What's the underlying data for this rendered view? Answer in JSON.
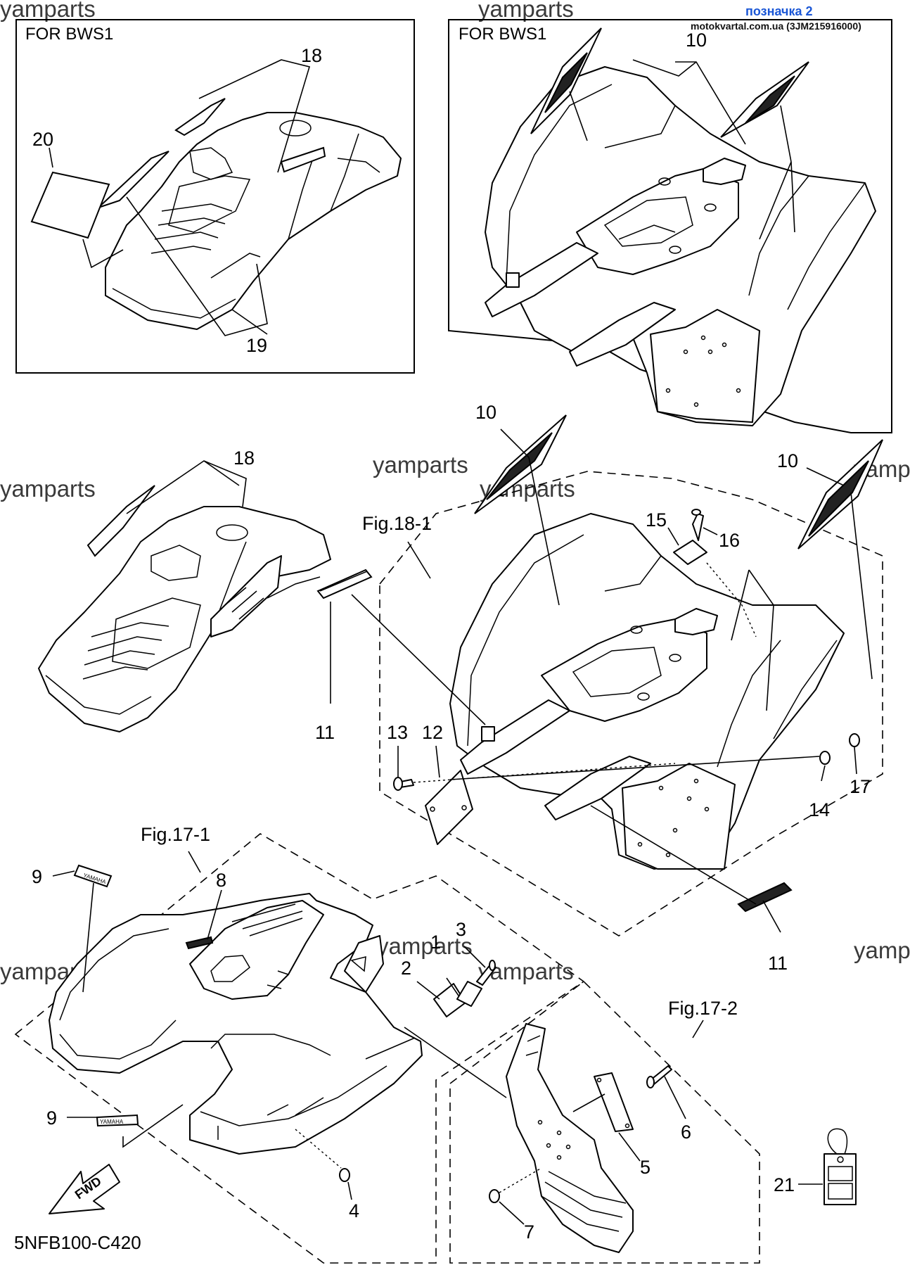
{
  "header": {
    "link_text": "позначка 2",
    "site_text": "motokvartal.com.ua (3JM215916000)"
  },
  "watermark": "yamparts",
  "boxes": {
    "top_left_label": "FOR BWS1",
    "top_right_label": "FOR BWS1"
  },
  "figures": {
    "fig18": "Fig.18-1",
    "fig17_1": "Fig.17-1",
    "fig17_2": "Fig.17-2"
  },
  "callouts": {
    "n1": "1",
    "n2": "2",
    "n3": "3",
    "n4": "4",
    "n5": "5",
    "n6": "6",
    "n7": "7",
    "n8": "8",
    "n9a": "9",
    "n9b": "9",
    "n10a": "10",
    "n10b": "10",
    "n10c": "10",
    "n11a": "11",
    "n11b": "11",
    "n12": "12",
    "n13": "13",
    "n14": "14",
    "n15": "15",
    "n16": "16",
    "n17": "17",
    "n18a": "18",
    "n18b": "18",
    "n19": "19",
    "n20": "20",
    "n21": "21"
  },
  "decals": {
    "yamaha_small": "YAMAHA",
    "fwd_arrow": "FWD"
  },
  "footer": {
    "diagram_code": "5NFB100-C420"
  }
}
